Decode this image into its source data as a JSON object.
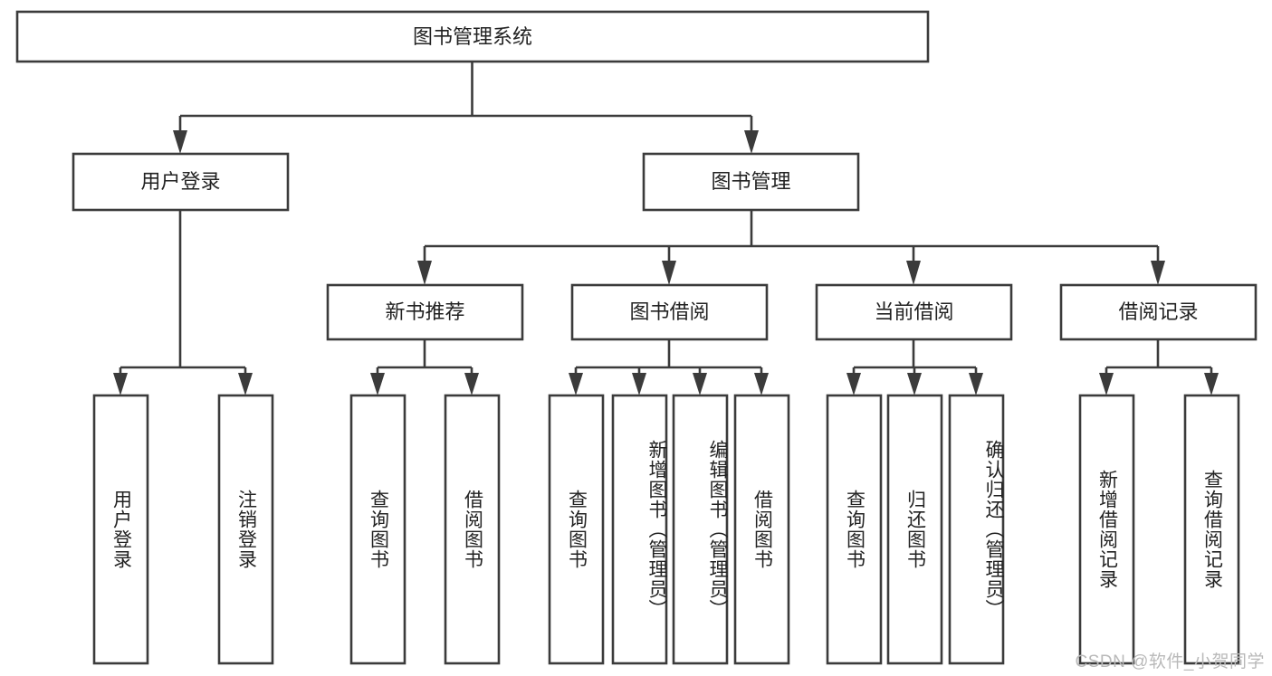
{
  "diagram": {
    "type": "tree-hierarchy",
    "title": "图书管理系统",
    "watermark": "CSDN @软件_小贺同学",
    "colors": {
      "stroke": "#3b3b3b",
      "box_fill": "#ffffff",
      "text": "#222222",
      "background": "#ffffff",
      "watermark": "#b9b9b9"
    },
    "nodes": {
      "root": {
        "label": "图书管理系统",
        "level": 0,
        "orientation": "horizontal"
      },
      "level1": [
        {
          "id": "user-login",
          "label": "用户登录",
          "orientation": "horizontal"
        },
        {
          "id": "book-manage",
          "label": "图书管理",
          "orientation": "horizontal"
        }
      ],
      "level2": [
        {
          "id": "new-book-rec",
          "label": "新书推荐",
          "orientation": "horizontal",
          "parent": "book-manage"
        },
        {
          "id": "book-borrow",
          "label": "图书借阅",
          "orientation": "horizontal",
          "parent": "book-manage"
        },
        {
          "id": "current-borrow",
          "label": "当前借阅",
          "orientation": "horizontal",
          "parent": "book-manage"
        },
        {
          "id": "borrow-record",
          "label": "借阅记录",
          "orientation": "horizontal",
          "parent": "book-manage"
        }
      ],
      "leaves": [
        {
          "id": "leaf-user-login",
          "label": "用户登录",
          "orientation": "vertical",
          "parent": "user-login"
        },
        {
          "id": "leaf-user-logout",
          "label": "注销登录",
          "orientation": "vertical",
          "parent": "user-login"
        },
        {
          "id": "leaf-rec-query-book",
          "label": "查询图书",
          "orientation": "vertical",
          "parent": "new-book-rec"
        },
        {
          "id": "leaf-rec-borrow-book",
          "label": "借阅图书",
          "orientation": "vertical",
          "parent": "new-book-rec"
        },
        {
          "id": "leaf-bb-query-book",
          "label": "查询图书",
          "orientation": "vertical",
          "parent": "book-borrow"
        },
        {
          "id": "leaf-bb-add-book",
          "label": "新增图书（管理员）",
          "orientation": "vertical",
          "parent": "book-borrow"
        },
        {
          "id": "leaf-bb-edit-book",
          "label": "编辑图书（管理员）",
          "orientation": "vertical",
          "parent": "book-borrow"
        },
        {
          "id": "leaf-bb-borrow-book",
          "label": "借阅图书",
          "orientation": "vertical",
          "parent": "book-borrow"
        },
        {
          "id": "leaf-cb-query-book",
          "label": "查询图书",
          "orientation": "vertical",
          "parent": "current-borrow"
        },
        {
          "id": "leaf-cb-return-book",
          "label": "归还图书",
          "orientation": "vertical",
          "parent": "current-borrow"
        },
        {
          "id": "leaf-cb-confirm-return",
          "label": "确认归还（管理员）",
          "orientation": "vertical",
          "parent": "current-borrow"
        },
        {
          "id": "leaf-br-add-record",
          "label": "新增借阅记录",
          "orientation": "vertical",
          "parent": "borrow-record"
        },
        {
          "id": "leaf-br-query-record",
          "label": "查询借阅记录",
          "orientation": "vertical",
          "parent": "borrow-record"
        }
      ]
    }
  }
}
